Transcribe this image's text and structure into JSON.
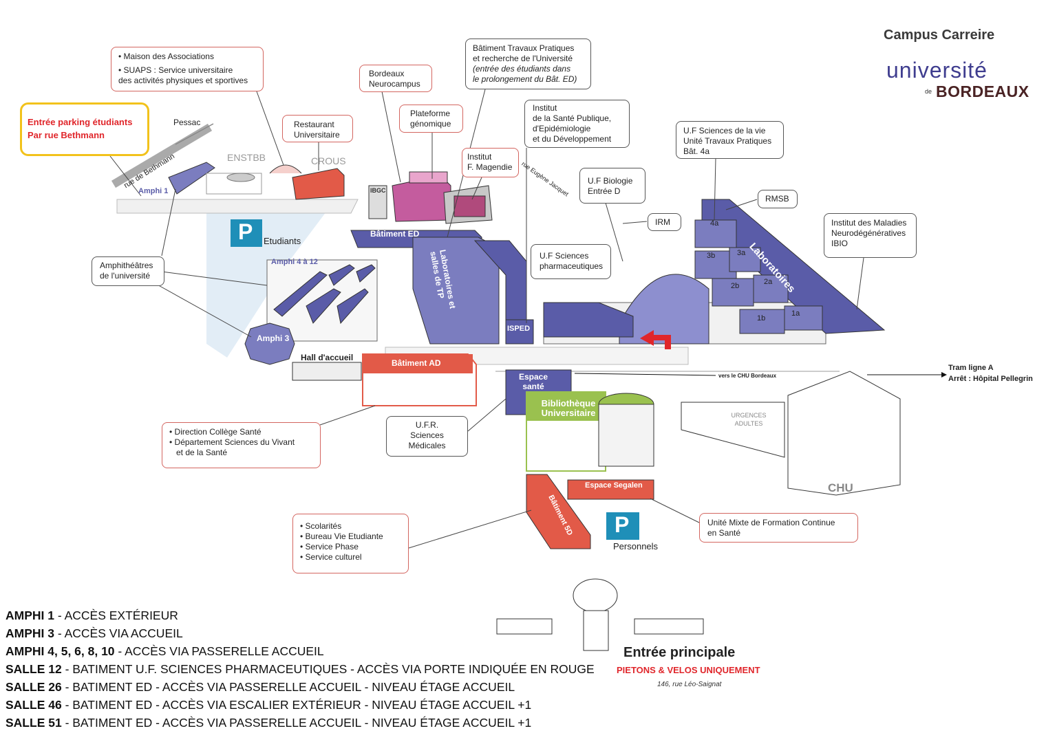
{
  "header": {
    "title": "Campus Carreire"
  },
  "logo": {
    "line1": "université",
    "line2_small": "de",
    "line2": "BORDEAUX"
  },
  "parking_notice": {
    "line1": "Entrée parking étudiants",
    "line2": "Par rue Bethmann"
  },
  "callouts": {
    "maison": [
      "• Maison des Associations",
      "• SUAPS : Service universitaire",
      "des activités physiques et sportives"
    ],
    "restaurant": [
      "Restaurant",
      "Universitaire"
    ],
    "neurocampus": [
      "Bordeaux",
      "Neurocampus"
    ],
    "plateforme": [
      "Plateforme",
      "génomique"
    ],
    "tp": [
      "Bâtiment Travaux Pratiques",
      "et recherche de l'Université",
      "(entrée des étudiants dans",
      "le prolongement du Bât. ED)"
    ],
    "magendie": [
      "Institut",
      "F. Magendie"
    ],
    "isped": [
      "Institut",
      "de la Santé Publique,",
      "d'Epidémiologie",
      "et du Développement"
    ],
    "ufvie": [
      "U.F Sciences de la vie",
      "Unité Travaux Pratiques",
      "Bât. 4a"
    ],
    "ufbio": [
      "U.F Biologie",
      "Entrée D"
    ],
    "rmsb": [
      "RMSB"
    ],
    "irm": [
      "IRM"
    ],
    "ufpharma": [
      "U.F Sciences",
      "pharmaceutiques"
    ],
    "ibio": [
      "Institut des Maladies",
      "Neurodégénératives",
      "IBIO"
    ],
    "amphis": [
      "Amphithéâtres",
      "de l'université"
    ],
    "direction": [
      "• Direction Collège Santé",
      "• Département Sciences du Vivant",
      "et de la Santé"
    ],
    "ufr": [
      "U.F.R.",
      "Sciences",
      "Médicales"
    ],
    "scolarites": [
      "• Scolarités",
      "• Bureau Vie Etudiante",
      "• Service Phase",
      "• Service culturel"
    ],
    "umfcs": [
      "Unité Mixte de Formation Continue",
      "en Santé"
    ]
  },
  "map_labels": {
    "pessac": "Pessac",
    "rue_bethmann": "rue de Bethmann",
    "enstbb": "ENSTBB",
    "crous": "CROUS",
    "amphi1": "Amphi 1",
    "parking_p": "P",
    "etudiants": "Etudiants",
    "batiment_ed": "Bâtiment ED",
    "labos_tp": "Laboratoires et salles de TP",
    "amphi4": "Amphi 4 à 12",
    "amphi3": "Amphi 3",
    "hall": "Hall d'accueil",
    "batiment_ad": "Bâtiment AD",
    "isped": "ISPED",
    "rue_eugene": "rue Eugène Jacquet",
    "laboratoires": "Laboratoires",
    "b4a": "4a",
    "b3b": "3b",
    "b3a": "3a",
    "b2b": "2b",
    "b2a": "2a",
    "b1b": "1b",
    "b1a": "1a",
    "espace_sante": "Espace santé",
    "bibliotheque": "Bibliothèque Universitaire",
    "vers_chu": "vers le CHU Bordeaux",
    "tram1": "Tram ligne A",
    "tram2": "Arrêt : Hôpital Pellegrin",
    "urgences": "URGENCES ADULTES",
    "chu": "CHU",
    "espace_segalen": "Espace Segalen",
    "batiment_5d": "Bâtiment 5D",
    "personnels": "Personnels",
    "parking_p2": "P",
    "igbc": "IBGC"
  },
  "entrance": {
    "title": "Entrée principale",
    "subtitle": "PIETONS & VELOS UNIQUEMENT",
    "address": "146, rue Léo-Saignat"
  },
  "legend": [
    {
      "bold": "AMPHI 1",
      "text": " - ACCÈS EXTÉRIEUR"
    },
    {
      "bold": "AMPHI 3",
      "text": " - ACCÈS VIA ACCUEIL"
    },
    {
      "bold": "AMPHI 4, 5, 6, 8, 10",
      "text": " - ACCÈS VIA PASSERELLE ACCUEIL"
    },
    {
      "bold": "SALLE 12",
      "text": " - BATIMENT U.F. SCIENCES PHARMACEUTIQUES - ACCÈS VIA PORTE INDIQUÉE EN ROUGE"
    },
    {
      "bold": "SALLE 26",
      "text": " - BATIMENT ED - ACCÈS VIA PASSERELLE ACCUEIL - NIVEAU ÉTAGE ACCUEIL"
    },
    {
      "bold": "SALLE 46",
      "text": " - BATIMENT ED - ACCÈS VIA ESCALIER EXTÉRIEUR - NIVEAU ÉTAGE ACCUEIL +1"
    },
    {
      "bold": "SALLE 51",
      "text": " - BATIMENT ED - ACCÈS VIA PASSERELLE ACCUEIL - NIVEAU ÉTAGE ACCUEIL +1"
    }
  ],
  "colors": {
    "building_blue": "#5a5ca8",
    "building_red": "#e25a48",
    "building_green": "#9ac14f",
    "callout_border": "#d3655f",
    "notice_yellow": "#f2c21b"
  }
}
